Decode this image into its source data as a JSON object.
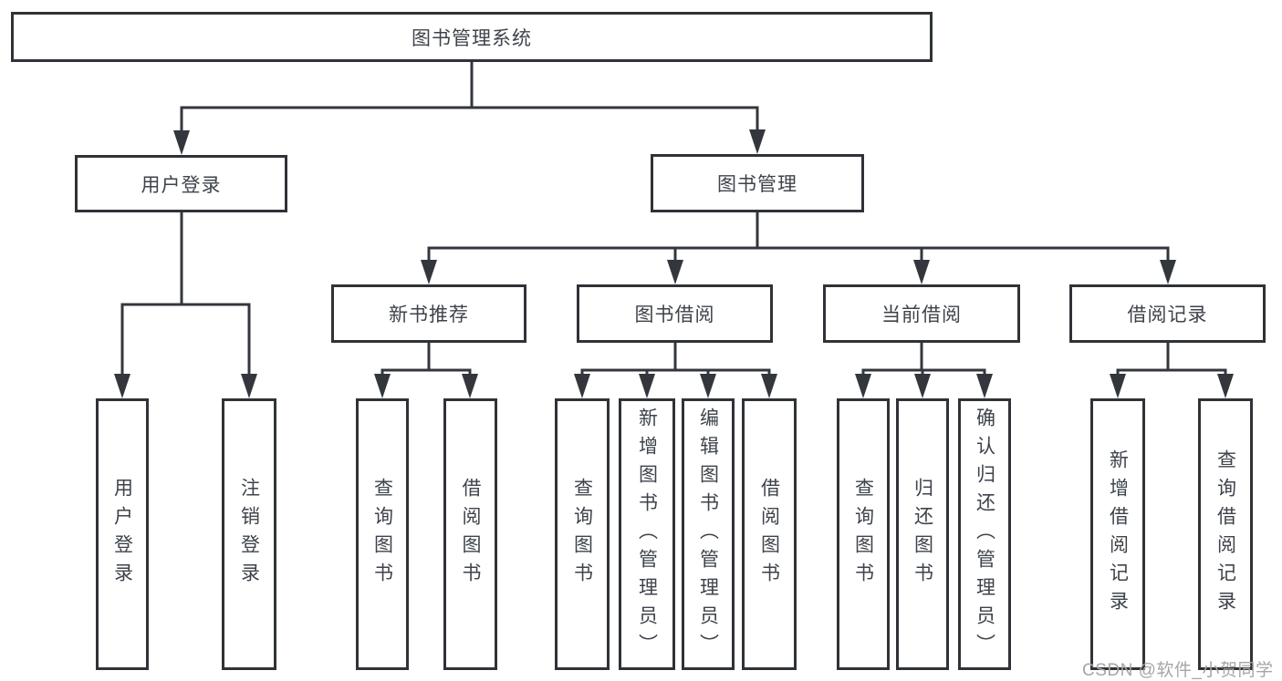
{
  "diagram": {
    "root": "图书管理系统",
    "level2": [
      "用户登录",
      "图书管理"
    ],
    "level3": [
      "新书推荐",
      "图书借阅",
      "当前借阅",
      "借阅记录"
    ],
    "leaves": {
      "user_login": [
        "用户登录",
        "注销登录"
      ],
      "new_book_recommend": [
        "查询图书",
        "借阅图书"
      ],
      "book_borrow": [
        "查询图书",
        "新增图书（管理员）",
        "编辑图书（管理员）",
        "借阅图书"
      ],
      "current_borrow": [
        "查询图书",
        "归还图书",
        "确认归还（管理员）"
      ],
      "borrow_records": [
        "新增借阅记录",
        "查询借阅记录"
      ]
    }
  },
  "watermark": "CSDN @软件_小贺同学",
  "colors": {
    "line": "#33373d",
    "border": "#2f3337",
    "text": "#3e434b",
    "watermark": "#a6a6a6",
    "background": "#ffffff"
  }
}
